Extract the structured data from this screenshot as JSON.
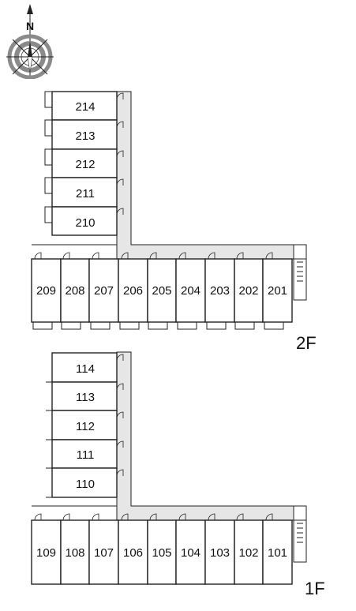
{
  "compass": {
    "north_label": "N"
  },
  "floors": [
    {
      "label": "2F",
      "wing_units": [
        "214",
        "213",
        "212",
        "211",
        "210"
      ],
      "row_units": [
        "209",
        "208",
        "207",
        "206",
        "205",
        "204",
        "203",
        "202",
        "201"
      ]
    },
    {
      "label": "1F",
      "wing_units": [
        "114",
        "113",
        "112",
        "111",
        "110"
      ],
      "row_units": [
        "109",
        "108",
        "107",
        "106",
        "105",
        "104",
        "103",
        "102",
        "101"
      ]
    }
  ],
  "colors": {
    "line": "#222222",
    "corridor": "#e6e6e6",
    "compass_ring": "#8a8a8a"
  }
}
